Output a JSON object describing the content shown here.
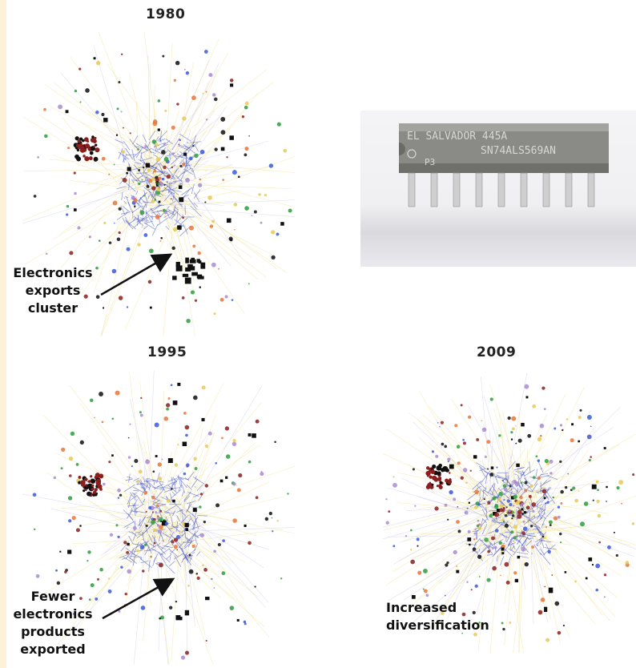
{
  "panels": {
    "year_1980": "1980",
    "year_1995": "1995",
    "year_2009": "2009"
  },
  "annotations": {
    "electronics_cluster": [
      "Electronics",
      "exports",
      "cluster"
    ],
    "fewer_electronics": [
      "Fewer",
      "electronics",
      "products",
      "exported"
    ],
    "increased_diversification": [
      "Increased",
      "diversification"
    ]
  },
  "chip": {
    "line1": "EL SALVADOR    445A",
    "line2": "SN74ALS569AN",
    "line3": "P3"
  },
  "colors": {
    "background": "#fdf2d8",
    "network_core": "#3a4bc4",
    "periphery_links": "#efe08a",
    "node_black": "#111111",
    "node_red": "#8b1e1e",
    "node_green": "#2e9e3e",
    "node_orange": "#e9753a",
    "node_purple": "#a98bd1",
    "node_blue": "#3b5bd8"
  }
}
